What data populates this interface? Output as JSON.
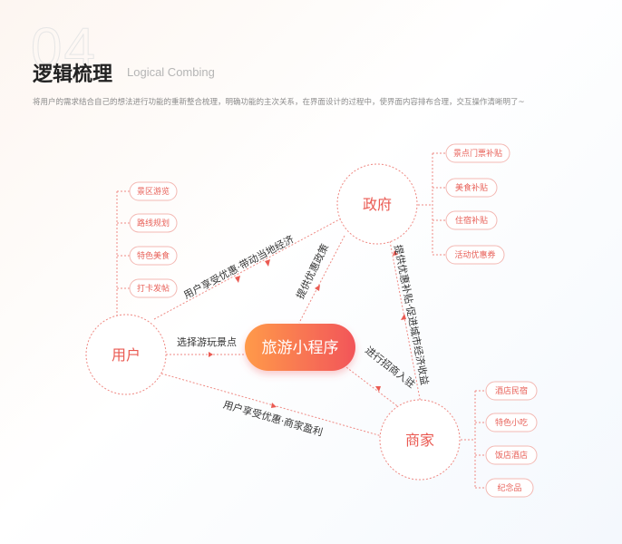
{
  "header": {
    "number": "04",
    "title": "逻辑梳理",
    "subtitle": "Logical Combing",
    "description": "将用户的需求结合自己的想法进行功能的重新整合梳理，明确功能的主次关系，在界面设计的过程中，使界面内容排布合理，交互操作清晰明了~"
  },
  "colors": {
    "accent": "#ea5a52",
    "gradient_start": "#ff9a4a",
    "gradient_end": "#f2555a"
  },
  "diagram": {
    "center": "旅游小程序",
    "nodes": {
      "user": "用户",
      "government": "政府",
      "merchant": "商家"
    },
    "edges": {
      "user_to_center": "选择游玩景点",
      "gov_to_center": "提供优惠政策",
      "gov_to_merchant": "提供优惠补贴·促进城市经济收益",
      "user_to_gov": "用户享受优惠·带动当地经济",
      "merchant_to_center": "进行招商入驻",
      "user_to_merchant": "用户享受优惠·商家盈利"
    },
    "user_items": [
      "景区游览",
      "路线规划",
      "特色美食",
      "打卡发帖"
    ],
    "gov_items": [
      "景点门票补贴",
      "美食补贴",
      "住宿补贴",
      "活动优惠券"
    ],
    "merchant_items": [
      "酒店民宿",
      "特色小吃",
      "饭店酒店",
      "纪念品"
    ]
  }
}
